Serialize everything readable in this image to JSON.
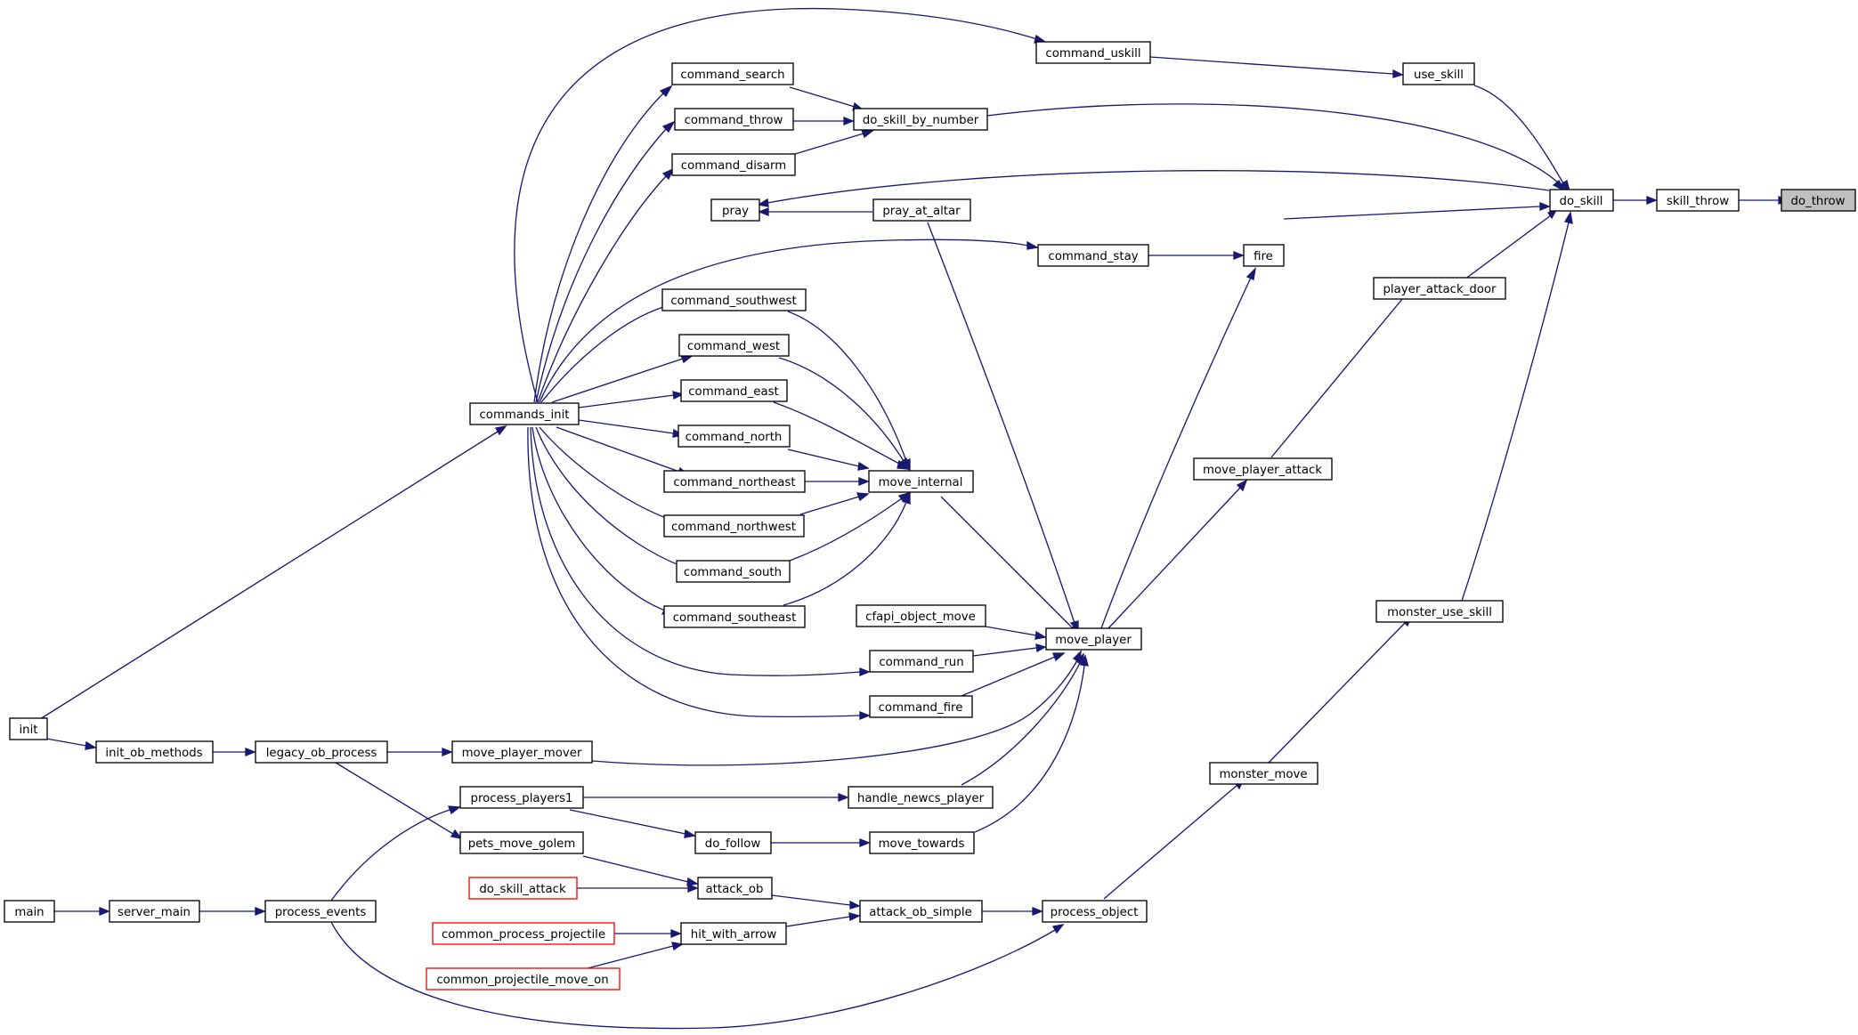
{
  "nodes": {
    "do_throw": "do_throw",
    "skill_throw": "skill_throw",
    "do_skill": "do_skill",
    "use_skill": "use_skill",
    "command_uskill": "command_uskill",
    "do_skill_by_number": "do_skill_by_number",
    "command_search": "command_search",
    "command_throw": "command_throw",
    "command_disarm": "command_disarm",
    "pray": "pray",
    "pray_at_altar": "pray_at_altar",
    "fire": "fire",
    "command_stay": "command_stay",
    "player_attack_door": "player_attack_door",
    "move_player_attack": "move_player_attack",
    "monster_use_skill": "monster_use_skill",
    "monster_move": "monster_move",
    "process_object": "process_object",
    "attack_ob_simple": "attack_ob_simple",
    "attack_ob": "attack_ob",
    "hit_with_arrow": "hit_with_arrow",
    "do_skill_attack": "do_skill_attack",
    "common_process_projectile": "common_process_projectile",
    "common_projectile_move_on": "common_projectile_move_on",
    "pets_move_golem": "pets_move_golem",
    "process_events": "process_events",
    "server_main": "server_main",
    "main": "main",
    "move_player": "move_player",
    "cfapi_object_move": "cfapi_object_move",
    "command_run": "command_run",
    "command_fire": "command_fire",
    "move_player_mover": "move_player_mover",
    "handle_newcs_player": "handle_newcs_player",
    "move_towards": "move_towards",
    "do_follow": "do_follow",
    "process_players1": "process_players1",
    "legacy_ob_process": "legacy_ob_process",
    "init_ob_methods": "init_ob_methods",
    "init": "init",
    "commands_init": "commands_init",
    "move_internal": "move_internal",
    "command_southwest": "command_southwest",
    "command_west": "command_west",
    "command_east": "command_east",
    "command_north": "command_north",
    "command_northeast": "command_northeast",
    "command_northwest": "command_northwest",
    "command_south": "command_south",
    "command_southeast": "command_southeast"
  },
  "colors": {
    "edge": "#191970",
    "root_fill": "#bfbfbf",
    "truncated_border": "#ff0000"
  }
}
